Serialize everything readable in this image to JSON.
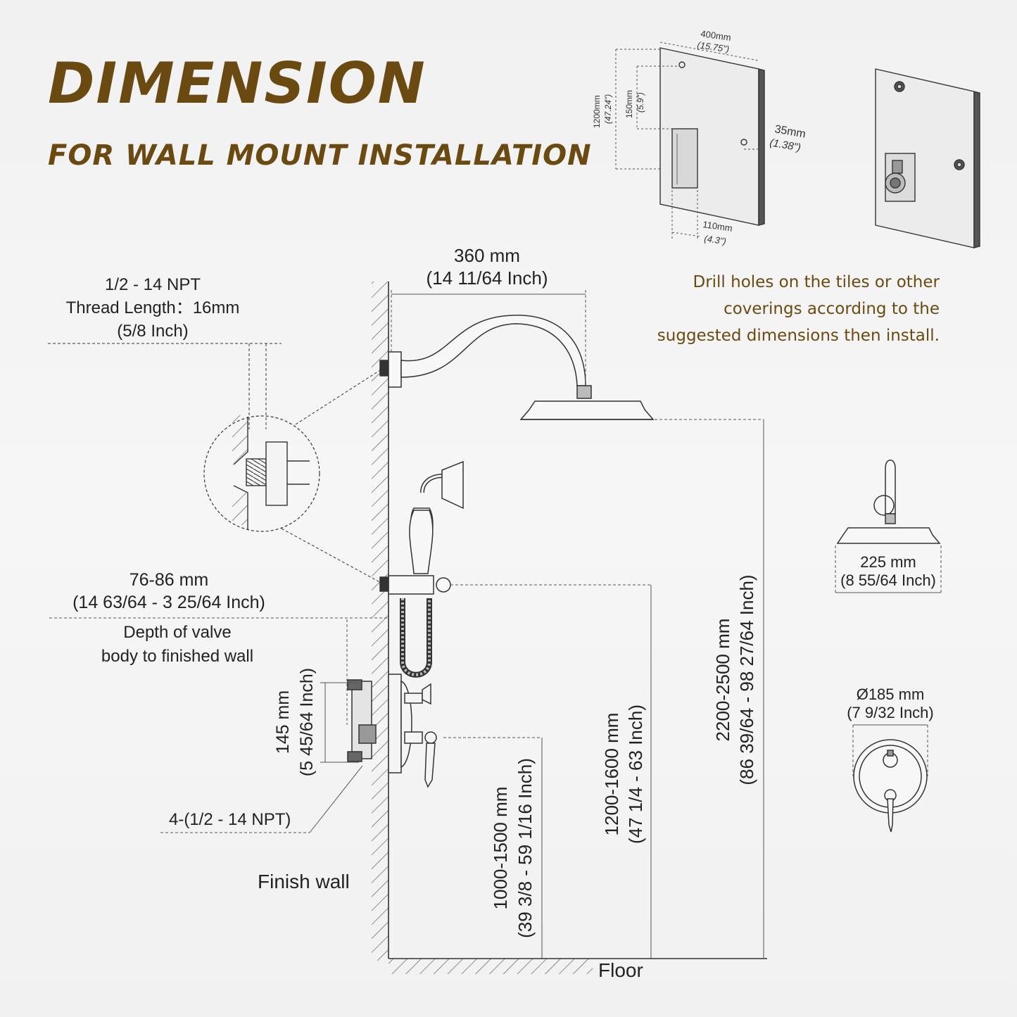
{
  "header": {
    "title": "DIMENSION",
    "subtitle": "FOR WALL MOUNT INSTALLATION"
  },
  "note": {
    "lines": [
      "Drill holes on the tiles or other",
      "coverings according to the",
      "suggested dimensions then install."
    ]
  },
  "panel": {
    "width_mm": "400mm",
    "width_in": "(15.75\")",
    "height_mm": "1200mm",
    "height_in": "(47.24\")",
    "offset_mm": "150mm",
    "offset_in": "(5.9\")",
    "hole_mm": "35mm",
    "hole_in": "(1.38\")",
    "box_mm": "110mm",
    "box_in": "(4.3\")"
  },
  "arm": {
    "reach_mm": "360 mm",
    "reach_in": "(14 11/64 Inch)"
  },
  "thread": {
    "spec": "1/2 - 14 NPT",
    "length": "Thread Length：16mm",
    "length_in": "(5/8 Inch)"
  },
  "depth": {
    "range_mm": "76-86 mm",
    "range_in": "(14 63/64 - 3 25/64 Inch)",
    "desc1": "Depth of valve",
    "desc2": "body to finished wall"
  },
  "valve": {
    "height_mm": "145 mm",
    "height_in": "(5 45/64 Inch)",
    "ports": "4-(1/2 - 14 NPT)"
  },
  "labels": {
    "finish_wall": "Finish wall",
    "floor": "Floor"
  },
  "heights": {
    "valve_mm": "1000-1500 mm",
    "valve_in": "(39 3/8 - 59 1/16 Inch)",
    "handshower_mm": "1200-1600 mm",
    "handshower_in": "(47 1/4 - 63 Inch)",
    "head_mm": "2200-2500 mm",
    "head_in": "(86 39/64 - 98 27/64 Inch)"
  },
  "showerhead": {
    "width_mm": "225 mm",
    "width_in": "(8 55/64 Inch)"
  },
  "trim": {
    "dia_mm": "Ø185 mm",
    "dia_in": "(7 9/32 Inch)"
  }
}
